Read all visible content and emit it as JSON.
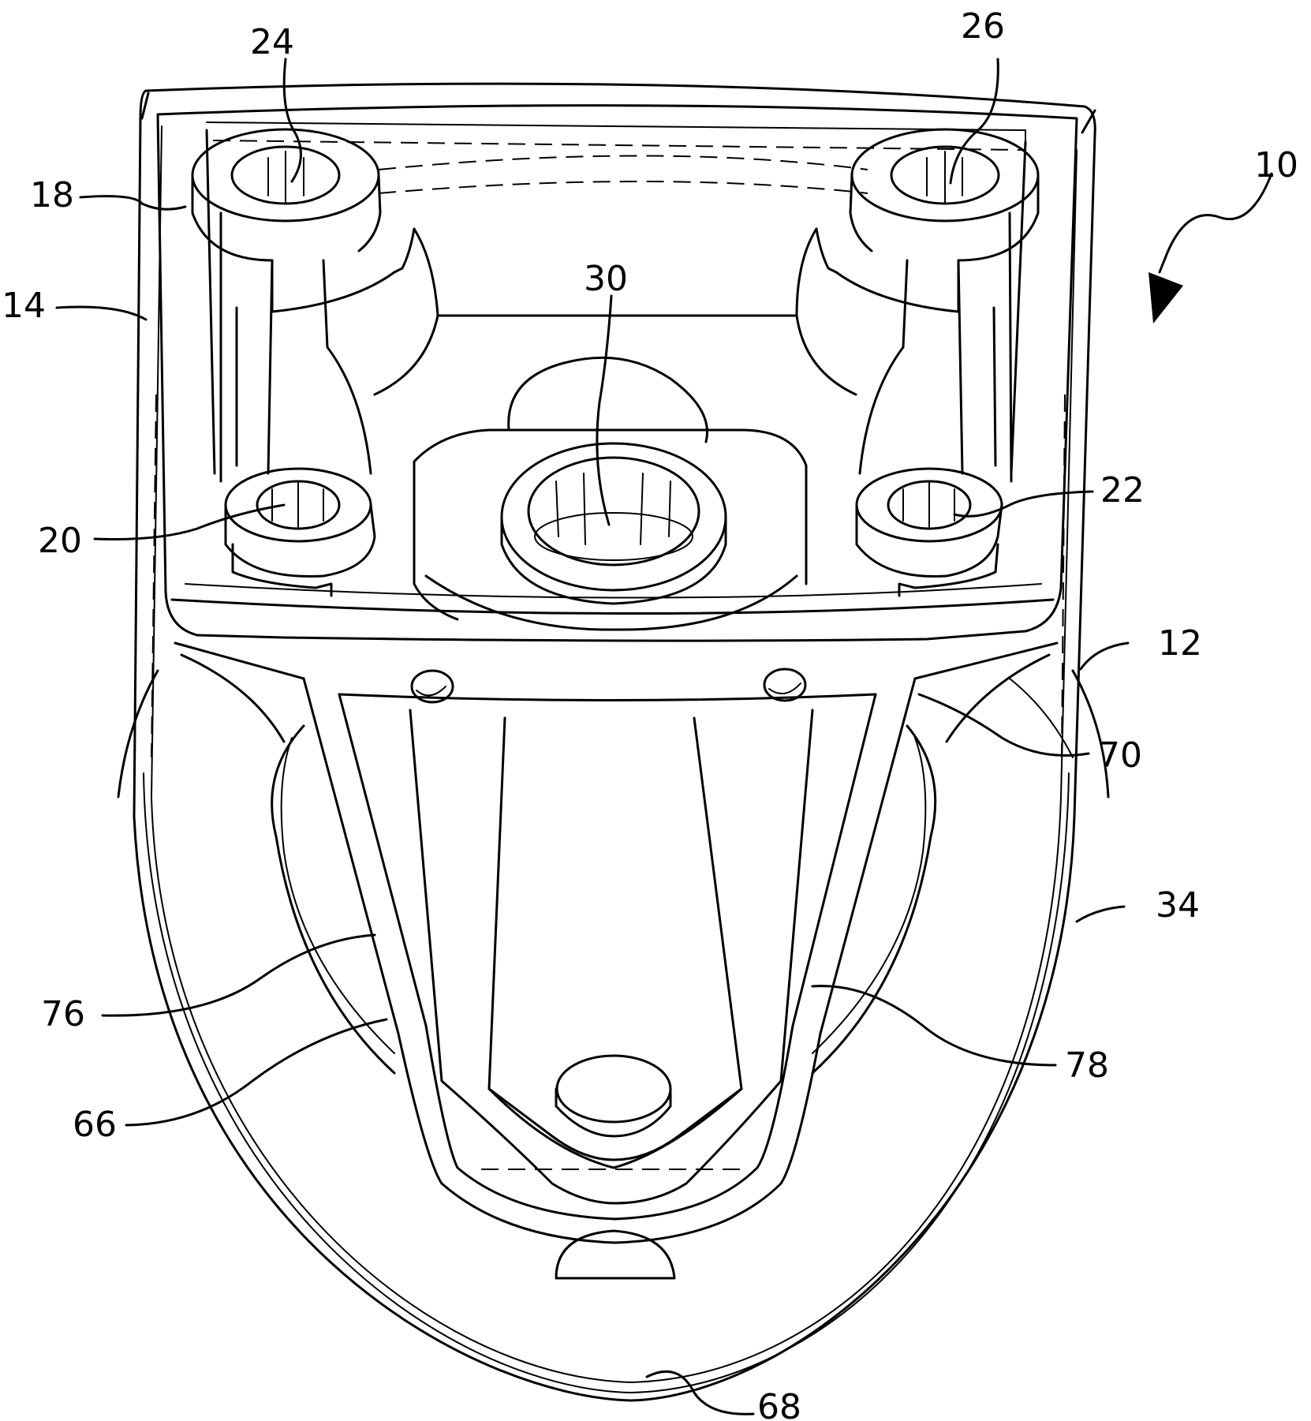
{
  "figure": {
    "reference_numerals": {
      "r10": "10",
      "r12": "12",
      "r14": "14",
      "r18": "18",
      "r20": "20",
      "r22": "22",
      "r24": "24",
      "r26": "26",
      "r30": "30",
      "r34": "34",
      "r66": "66",
      "r68": "68",
      "r70": "70",
      "r76": "76",
      "r78": "78"
    }
  }
}
